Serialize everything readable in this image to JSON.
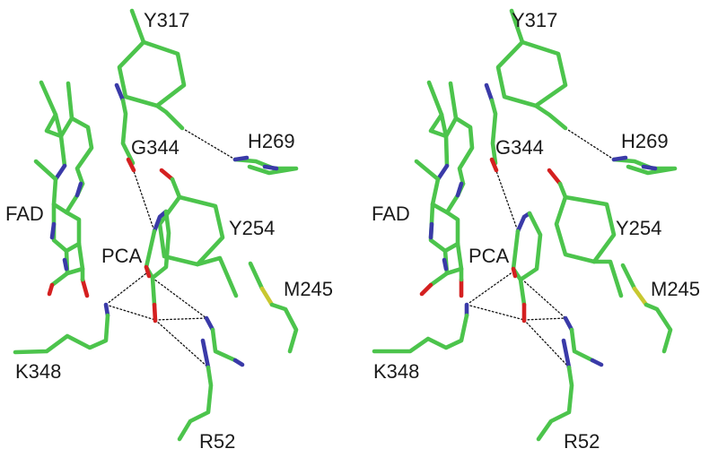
{
  "figure": {
    "description_panels": [
      "left",
      "right"
    ],
    "colors": {
      "carbon": "#4cc44c",
      "nitrogen": "#3a3aa8",
      "oxygen": "#d42020",
      "sulfur": "#c8c830",
      "hbond": "#111111",
      "label": "#1a1a1a"
    },
    "labels": {
      "y317": "Y317",
      "h269": "H269",
      "g344": "G344",
      "fad": "FAD",
      "y254": "Y254",
      "pca": "PCA",
      "m245": "M245",
      "k348": "K348",
      "r52": "R52"
    }
  }
}
